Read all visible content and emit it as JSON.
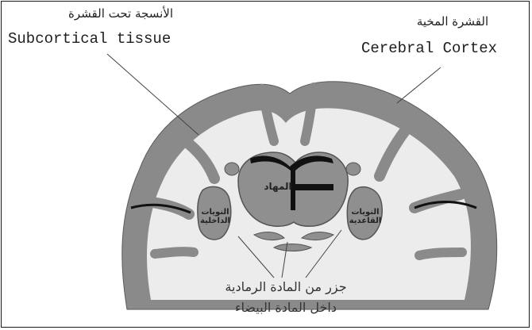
{
  "labels": {
    "subcortical_ar": "الأنسجة تحت القشرة",
    "subcortical_en": "Subcortical tissue",
    "cortex_ar": "القشرة المخية",
    "cortex_en": "Cerebral Cortex",
    "thalamus_ar": "المهاد",
    "left_nucleus_ar": "النويات الداخلية",
    "right_nucleus_ar": "النويات القاعدية",
    "caption_line1": "جزر من المادة الرمادية",
    "caption_line2": "داخل المادة البيضاء"
  },
  "colors": {
    "cortex_gray": "#8a8a8a",
    "white_matter": "#ececec",
    "deep_gray": "#8f8f8f",
    "ventricle": "#111111",
    "outline": "#1a1a1a"
  }
}
